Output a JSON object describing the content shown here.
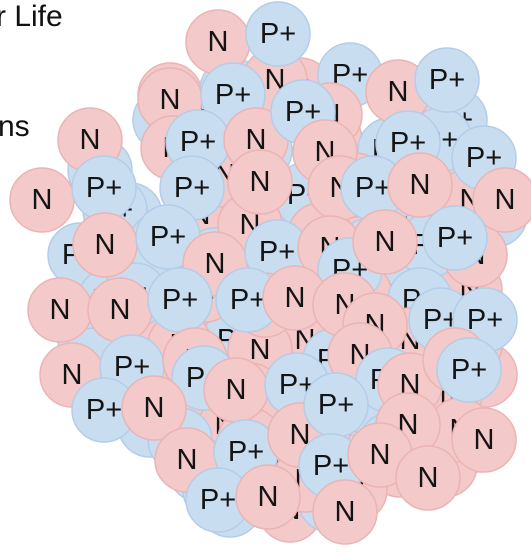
{
  "fragments": {
    "top": "r Life",
    "middle": "ns"
  },
  "particles": {
    "neutron_label": "N",
    "proton_label": "P+",
    "neutron_fill": "#f3c9c9",
    "neutron_stroke": "#ebb4b4",
    "proton_fill": "#c9ddf1",
    "proton_stroke": "#b3cde8"
  }
}
